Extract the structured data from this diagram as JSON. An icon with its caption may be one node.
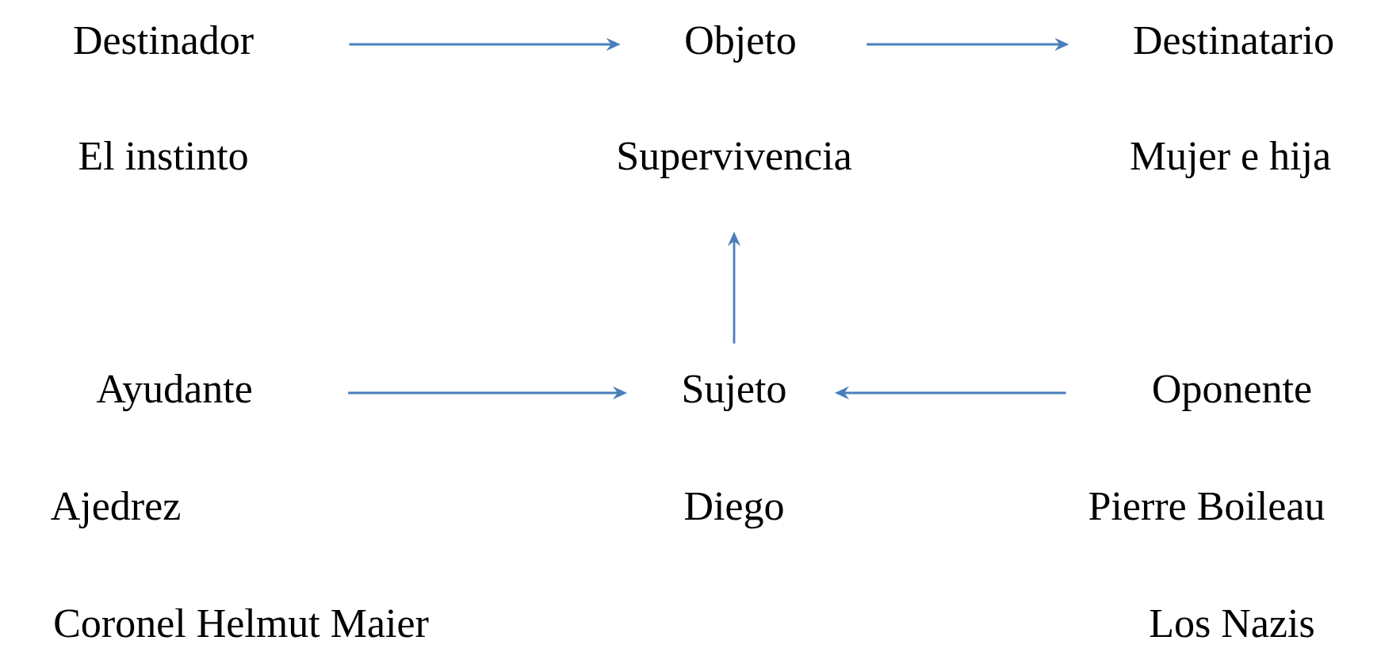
{
  "diagram": {
    "nodes": [
      {
        "text": [
          "Destinador"
        ]
      },
      {
        "text": [
          "Objeto"
        ]
      },
      {
        "text": [
          "Destinatario"
        ]
      },
      {
        "text": [
          "El instinto"
        ]
      },
      {
        "text": [
          "Supervivencia"
        ]
      },
      {
        "text": [
          "Mujer e hija"
        ]
      },
      {
        "text": [
          "Ayudante"
        ]
      },
      {
        "text": [
          "Sujeto"
        ]
      },
      {
        "text": [
          "Oponente"
        ]
      },
      {
        "text": [
          "Ajedrez"
        ]
      },
      {
        "text": [
          "Diego"
        ]
      },
      {
        "text": [
          "Pierre Boileau"
        ]
      },
      {
        "text": [
          "Coronel Helmut Maier"
        ]
      },
      {
        "text": [
          "Los Nazis"
        ]
      }
    ],
    "edges": [
      {
        "from": 0,
        "to": 1,
        "arrow": "to"
      },
      {
        "from": 1,
        "to": 2,
        "arrow": "to"
      },
      {
        "from": 7,
        "to": 4,
        "arrow": "to"
      },
      {
        "from": 6,
        "to": 7,
        "arrow": "to"
      },
      {
        "from": 8,
        "to": 7,
        "arrow": "to"
      }
    ]
  }
}
